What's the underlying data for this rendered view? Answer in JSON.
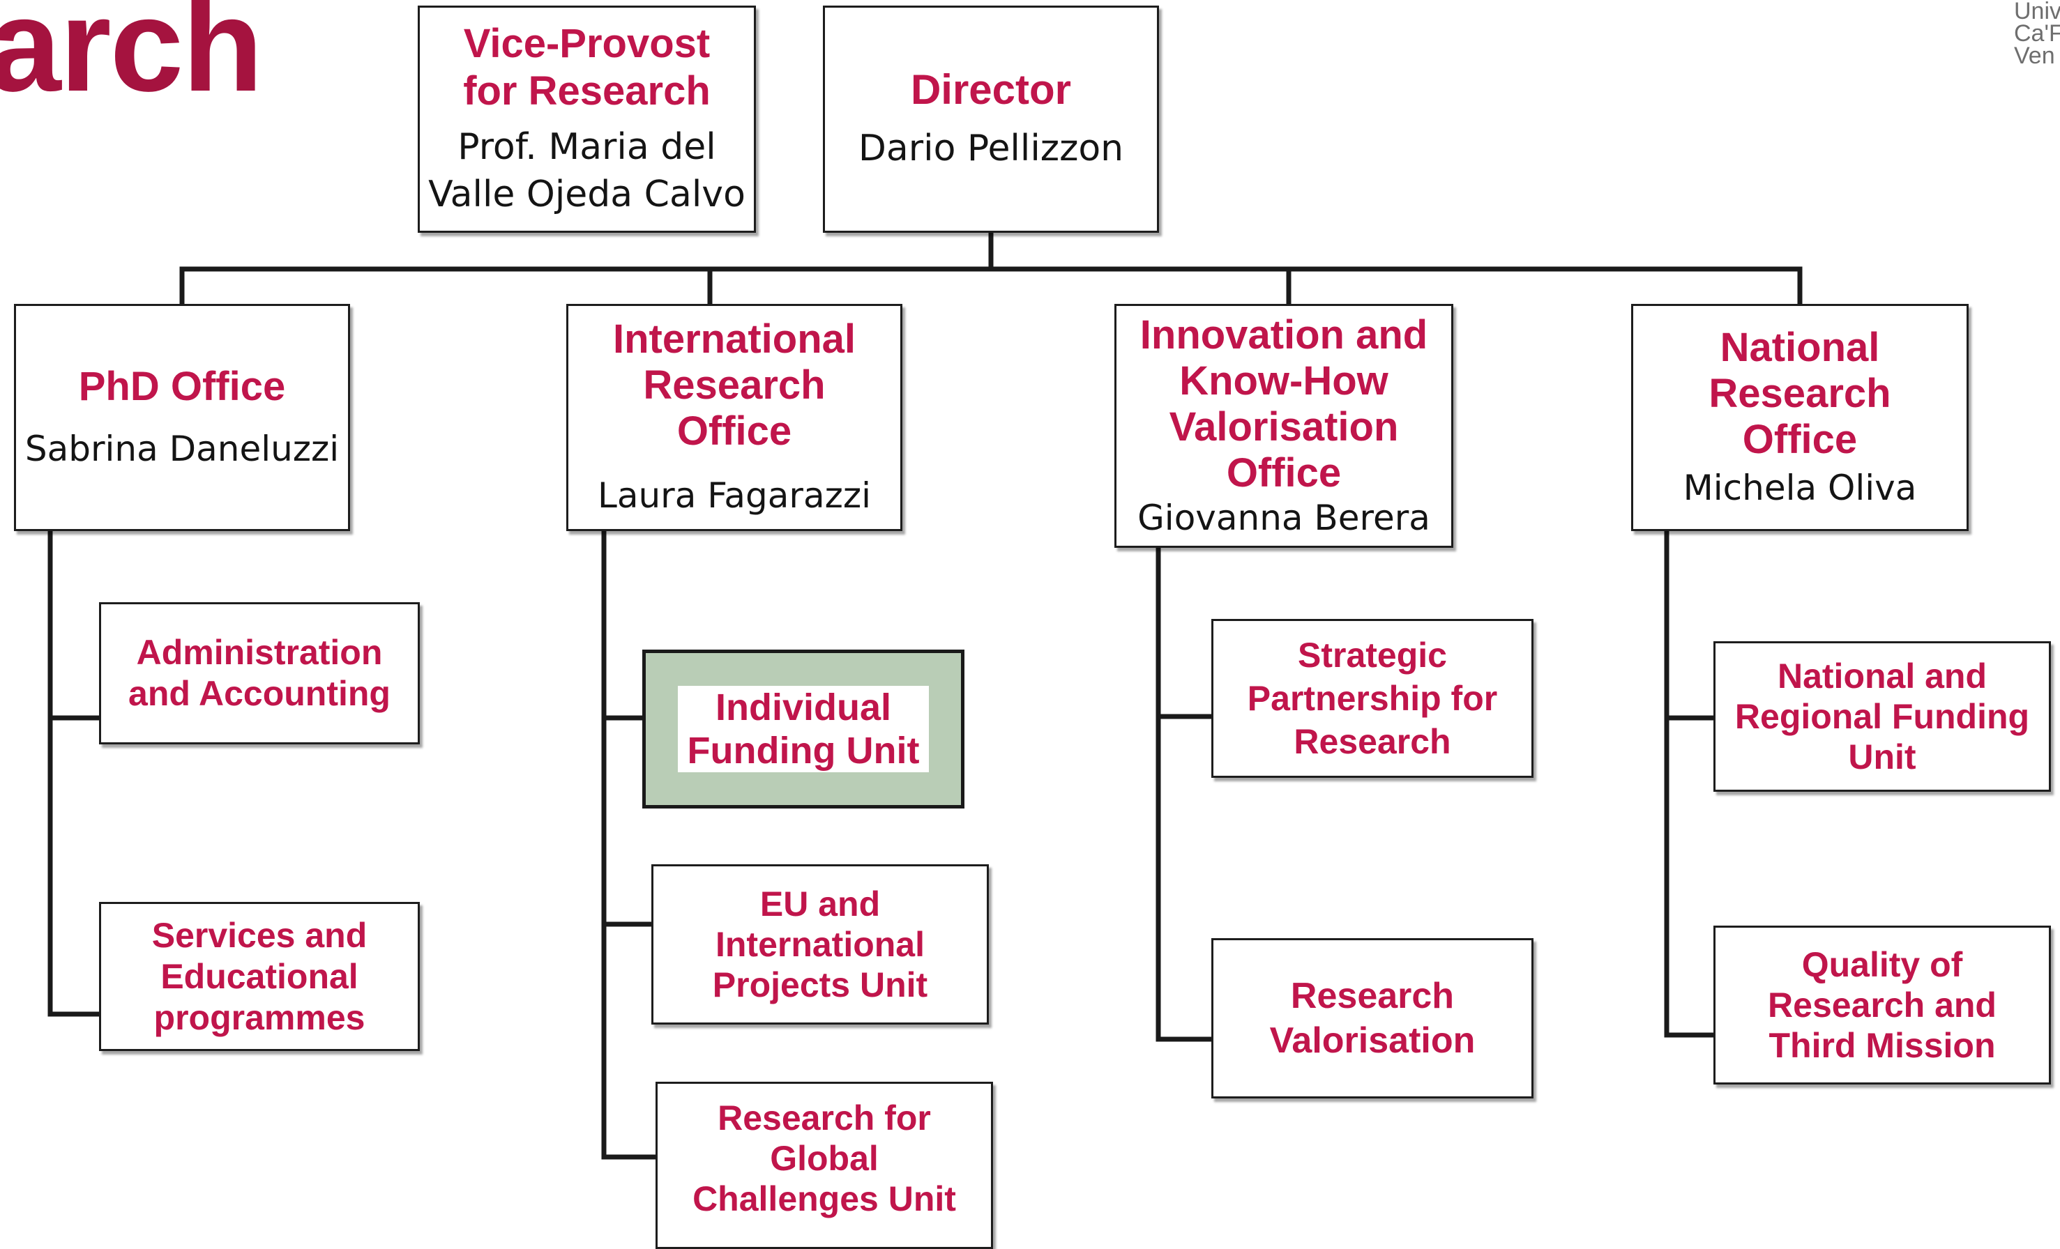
{
  "header": {
    "title_fragment": "arch",
    "logo_lines": [
      "Univ",
      "Ca'F",
      "Ven"
    ]
  },
  "colors": {
    "unit_text": "#c0154b",
    "title_text": "#a5133f",
    "connector": "#1a1a1a",
    "highlight_fill": "#b9cdb6"
  },
  "top": {
    "vice_provost": {
      "title": [
        "Vice-Provost",
        "for Research"
      ],
      "person": [
        "Prof. Maria del",
        "Valle Ojeda Calvo"
      ]
    },
    "director": {
      "title": "Director",
      "person": "Dario Pellizzon"
    }
  },
  "offices": {
    "phd": {
      "title": "PhD Office",
      "person": "Sabrina Daneluzzi",
      "units": [
        [
          "Administration",
          "and Accounting"
        ],
        [
          "Services and",
          "Educational",
          "programmes"
        ]
      ]
    },
    "international": {
      "title": [
        "International",
        "Research",
        "Office"
      ],
      "person": "Laura Fagarazzi",
      "units": [
        [
          "Individual",
          "Funding Unit"
        ],
        [
          "EU and",
          "International",
          "Projects Unit"
        ],
        [
          "Research for",
          "Global",
          "Challenges Unit"
        ]
      ]
    },
    "innovation": {
      "title": [
        "Innovation and",
        "Know-How",
        "Valorisation",
        "Office"
      ],
      "person": "Giovanna Berera",
      "units": [
        [
          "Strategic",
          "Partnership for",
          "Research"
        ],
        [
          "Research",
          "Valorisation"
        ]
      ]
    },
    "national": {
      "title": [
        "National",
        "Research",
        "Office"
      ],
      "person": "Michela Oliva",
      "units": [
        [
          "National and",
          "Regional Funding",
          "Unit"
        ],
        [
          "Quality of",
          "Research and",
          "Third Mission"
        ]
      ]
    }
  }
}
